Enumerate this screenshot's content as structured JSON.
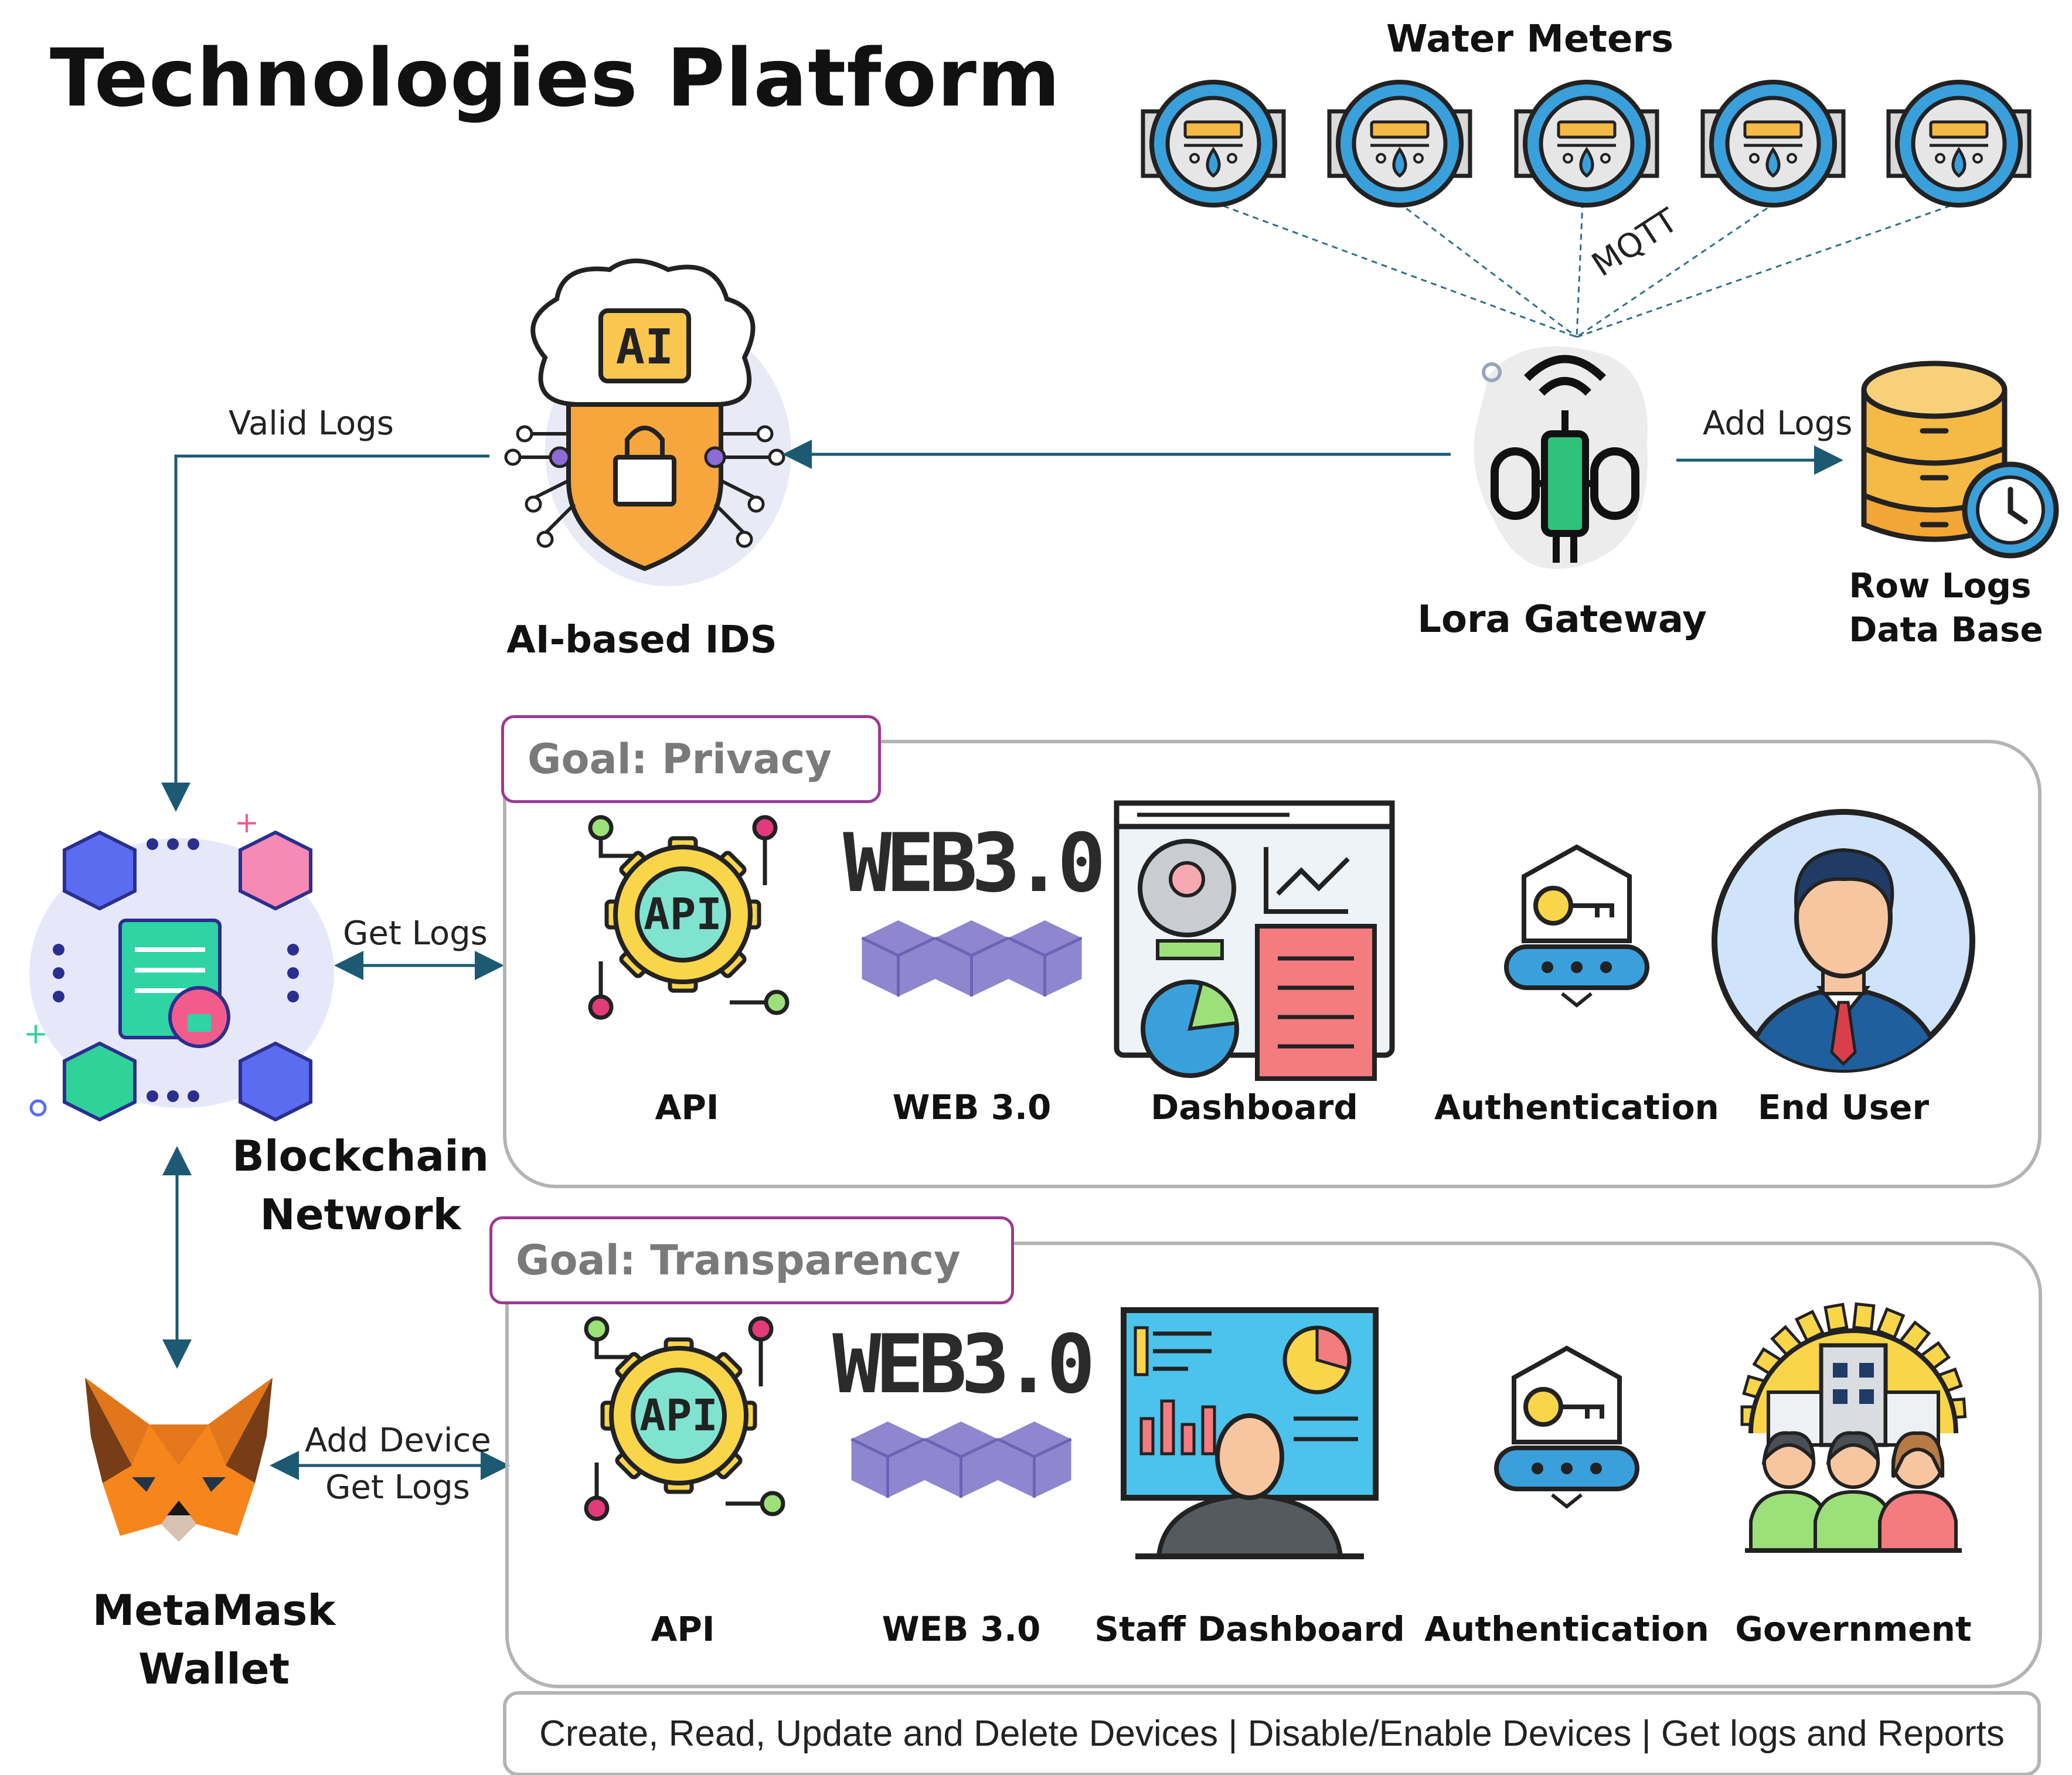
{
  "title": "Technologies Platform",
  "water_meters": {
    "title": "Water Meters",
    "count": 5,
    "protocol_label": "MQTT"
  },
  "nodes": {
    "ai_ids": "AI-based IDS",
    "gateway": "Lora Gateway",
    "db_line1": "Row Logs",
    "db_line2": "Data Base",
    "blockchain_line1": "Blockchain",
    "blockchain_line2": "Network",
    "wallet_line1": "MetaMask",
    "wallet_line2": "Wallet"
  },
  "edges": {
    "add_logs": "Add Logs",
    "valid_logs": "Valid Logs",
    "get_logs": "Get Logs",
    "add_device": "Add Device",
    "get_logs_wallet": "Get Logs"
  },
  "privacy": {
    "goal": "Goal: Privacy",
    "items": [
      "API",
      "WEB 3.0",
      "Dashboard",
      "Authentication",
      "End User"
    ]
  },
  "transparency": {
    "goal": "Goal: Transparency",
    "items": [
      "API",
      "WEB 3.0",
      "Staff Dashboard",
      "Authentication",
      "Government"
    ]
  },
  "web3_logo_text": "WEB3.0",
  "api_logo_text": "API",
  "ai_logo_text": "AI",
  "footer": "Create, Read, Update and Delete Devices | Disable/Enable Devices | Get logs and Reports",
  "colors": {
    "arrow": "#1c5a73",
    "goal_border": "#9b3a94",
    "panel_border": "#b4b4b4",
    "meter_blue": "#3aa0dc",
    "gear_yellow": "#f9d549",
    "web3_purple": "#8e86cf",
    "db_gold": "#f5b945"
  }
}
